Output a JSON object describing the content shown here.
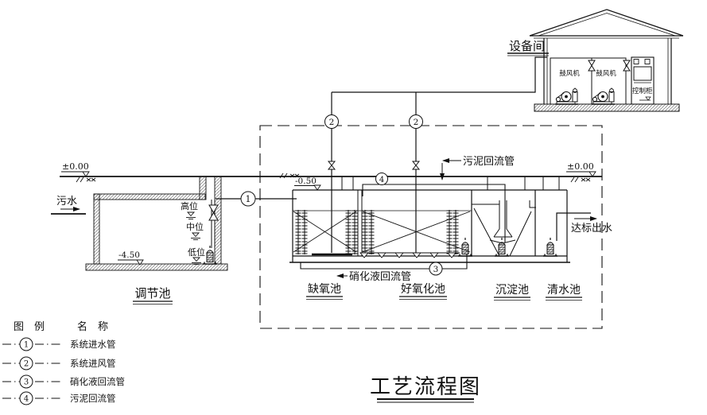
{
  "diagram": {
    "title": "工艺流程图",
    "equipment_room": {
      "label": "设备间",
      "blower_left": "鼓风机",
      "blower_right": "鼓风机",
      "control_cabinet": "控制柜"
    },
    "tank_labels": {
      "regulation": "调节池",
      "anoxic": "缺氧池",
      "aerobic": "好氧化池",
      "sedimentation": "沉淀池",
      "clear_water": "清水池"
    },
    "elevations": {
      "ground_left": "±0.00",
      "ground_right": "±0.00",
      "water_top": "-0.50",
      "tank_bottom": "-4.50"
    },
    "water_levels": {
      "high": "高位",
      "middle": "中位",
      "low": "低位"
    },
    "annotations": {
      "influent": "污水",
      "effluent": "达标出水",
      "sludge_return_pipe": "污泥回流管",
      "nitrified_return_pipe": "硝化液回流管"
    },
    "pipe_markers": {
      "p1": "1",
      "p2": "2",
      "p3": "3",
      "p4": "4"
    }
  },
  "legend": {
    "header_symbol": "图　例",
    "header_name": "名　称",
    "items": [
      {
        "num": "1",
        "name": "系统进水管"
      },
      {
        "num": "2",
        "name": "系统进风管"
      },
      {
        "num": "3",
        "name": "硝化液回流管"
      },
      {
        "num": "4",
        "name": "污泥回流管"
      }
    ]
  }
}
